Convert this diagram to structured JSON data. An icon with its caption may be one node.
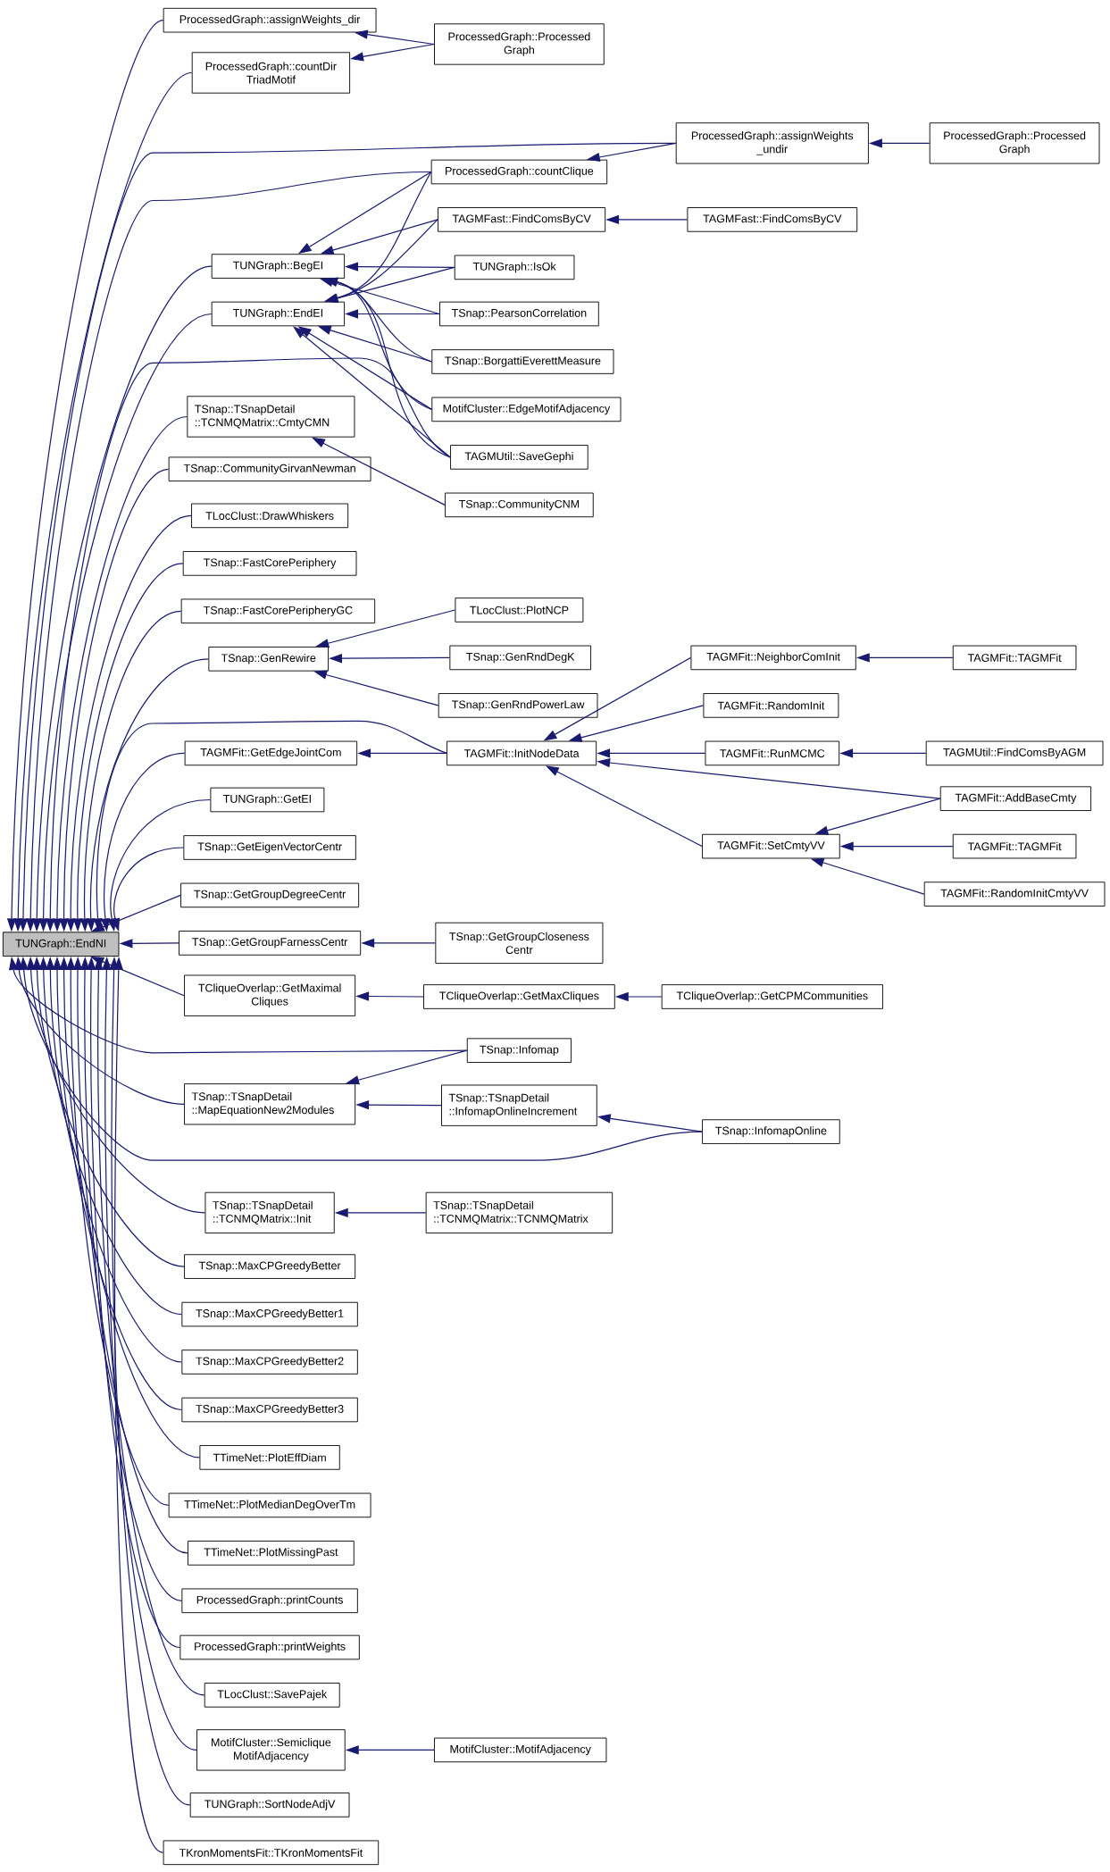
{
  "diagram": {
    "nodes": [
      {
        "text": [
          "TUNGraph::EndNI"
        ]
      },
      {
        "text": [
          "ProcessedGraph::assignWeights_dir"
        ]
      },
      {
        "text": [
          "ProcessedGraph::countDir TriadMotif"
        ]
      },
      {
        "text": [
          "TUNGraph::BegEI"
        ]
      },
      {
        "text": [
          "TUNGraph::EndEI"
        ]
      },
      {
        "text": [
          "TSnap::TSnapDetail ::TCNMQMatrix::CmtyCMN"
        ]
      },
      {
        "text": [
          "TSnap::CommunityGirvanNewman"
        ]
      },
      {
        "text": [
          "TLocClust::DrawWhiskers"
        ]
      },
      {
        "text": [
          "TSnap::FastCorePeriphery"
        ]
      },
      {
        "text": [
          "TSnap::FastCorePeripheryGC"
        ]
      },
      {
        "text": [
          "TSnap::GenRewire"
        ]
      },
      {
        "text": [
          "TAGMFit::GetEdgeJointCom"
        ]
      },
      {
        "text": [
          "TUNGraph::GetEI"
        ]
      },
      {
        "text": [
          "TSnap::GetEigenVectorCentr"
        ]
      },
      {
        "text": [
          "TSnap::GetGroupDegreeCentr"
        ]
      },
      {
        "text": [
          "TSnap::GetGroupFarnessCentr"
        ]
      },
      {
        "text": [
          "TCliqueOverlap::GetMaximal Cliques"
        ]
      },
      {
        "text": [
          "TSnap::TSnapDetail ::MapEquationNew2Modules"
        ]
      },
      {
        "text": [
          "TSnap::TSnapDetail ::TCNMQMatrix::Init"
        ]
      },
      {
        "text": [
          "TSnap::MaxCPGreedyBetter"
        ]
      },
      {
        "text": [
          "TSnap::MaxCPGreedyBetter1"
        ]
      },
      {
        "text": [
          "TSnap::MaxCPGreedyBetter2"
        ]
      },
      {
        "text": [
          "TSnap::MaxCPGreedyBetter3"
        ]
      },
      {
        "text": [
          "TTimeNet::PlotEffDiam"
        ]
      },
      {
        "text": [
          "TTimeNet::PlotMedianDegOverTm"
        ]
      },
      {
        "text": [
          "TTimeNet::PlotMissingPast"
        ]
      },
      {
        "text": [
          "ProcessedGraph::printCounts"
        ]
      },
      {
        "text": [
          "ProcessedGraph::printWeights"
        ]
      },
      {
        "text": [
          "TLocClust::SavePajek"
        ]
      },
      {
        "text": [
          "MotifCluster::Semiclique MotifAdjacency"
        ]
      },
      {
        "text": [
          "TUNGraph::SortNodeAdjV"
        ]
      },
      {
        "text": [
          "TKronMomentsFit::TKronMomentsFit"
        ]
      },
      {
        "text": [
          "ProcessedGraph::Processed Graph"
        ]
      },
      {
        "text": [
          "ProcessedGraph::countClique"
        ]
      },
      {
        "text": [
          "TAGMFast::FindComsByCV"
        ]
      },
      {
        "text": [
          "TUNGraph::IsOk"
        ]
      },
      {
        "text": [
          "TSnap::PearsonCorrelation"
        ]
      },
      {
        "text": [
          "TSnap::BorgattiEverettMeasure"
        ]
      },
      {
        "text": [
          "MotifCluster::EdgeMotifAdjacency"
        ]
      },
      {
        "text": [
          "TAGMUtil::SaveGephi"
        ]
      },
      {
        "text": [
          "TSnap::CommunityCNM"
        ]
      },
      {
        "text": [
          "TLocClust::PlotNCP"
        ]
      },
      {
        "text": [
          "TSnap::GenRndDegK"
        ]
      },
      {
        "text": [
          "TSnap::GenRndPowerLaw"
        ]
      },
      {
        "text": [
          "TAGMFit::InitNodeData"
        ]
      },
      {
        "text": [
          "TSnap::GetGroupCloseness Centr"
        ]
      },
      {
        "text": [
          "TCliqueOverlap::GetMaxCliques"
        ]
      },
      {
        "text": [
          "TSnap::Infomap"
        ]
      },
      {
        "text": [
          "TSnap::TSnapDetail ::InfomapOnlineIncrement"
        ]
      },
      {
        "text": [
          "TSnap::TSnapDetail ::TCNMQMatrix::TCNMQMatrix"
        ]
      },
      {
        "text": [
          "MotifCluster::MotifAdjacency"
        ]
      },
      {
        "text": [
          "ProcessedGraph::assignWeights _undir"
        ]
      },
      {
        "text": [
          "TAGMFast::FindComsByCV"
        ]
      },
      {
        "text": [
          "TAGMFit::NeighborComInit"
        ]
      },
      {
        "text": [
          "TAGMFit::RandomInit"
        ]
      },
      {
        "text": [
          "TAGMFit::RunMCMC"
        ]
      },
      {
        "text": [
          "TAGMFit::SetCmtyVV"
        ]
      },
      {
        "text": [
          "TCliqueOverlap::GetCPMCommunities"
        ]
      },
      {
        "text": [
          "TSnap::InfomapOnline"
        ]
      },
      {
        "text": [
          "ProcessedGraph::Processed Graph"
        ]
      },
      {
        "text": [
          "TAGMFit::TAGMFit"
        ]
      },
      {
        "text": [
          "TAGMUtil::FindComsByAGM"
        ]
      },
      {
        "text": [
          "TAGMFit::AddBaseCmty"
        ]
      },
      {
        "text": [
          "TAGMFit::TAGMFit"
        ]
      },
      {
        "text": [
          "TAGMFit::RandomInitCmtyVV"
        ]
      }
    ],
    "edges": [
      {
        "from": 1,
        "to": 0,
        "arrow": "to"
      },
      {
        "from": 2,
        "to": 0,
        "arrow": "to"
      },
      {
        "from": 51,
        "to": 0,
        "arrow": "to"
      },
      {
        "from": 33,
        "to": 0,
        "arrow": "to"
      },
      {
        "from": 3,
        "to": 0,
        "arrow": "to"
      },
      {
        "from": 4,
        "to": 0,
        "arrow": "to"
      },
      {
        "from": 39,
        "to": 0,
        "arrow": "to"
      },
      {
        "from": 5,
        "to": 0,
        "arrow": "to"
      },
      {
        "from": 6,
        "to": 0,
        "arrow": "to"
      },
      {
        "from": 7,
        "to": 0,
        "arrow": "to"
      },
      {
        "from": 8,
        "to": 0,
        "arrow": "to"
      },
      {
        "from": 9,
        "to": 0,
        "arrow": "to"
      },
      {
        "from": 10,
        "to": 0,
        "arrow": "to"
      },
      {
        "from": 44,
        "to": 0,
        "arrow": "to"
      },
      {
        "from": 11,
        "to": 0,
        "arrow": "to"
      },
      {
        "from": 12,
        "to": 0,
        "arrow": "to"
      },
      {
        "from": 13,
        "to": 0,
        "arrow": "to"
      },
      {
        "from": 14,
        "to": 0,
        "arrow": "to"
      },
      {
        "from": 15,
        "to": 0,
        "arrow": "to"
      },
      {
        "from": 16,
        "to": 0,
        "arrow": "to"
      },
      {
        "from": 47,
        "to": 0,
        "arrow": "to"
      },
      {
        "from": 17,
        "to": 0,
        "arrow": "to"
      },
      {
        "from": 58,
        "to": 0,
        "arrow": "to"
      },
      {
        "from": 18,
        "to": 0,
        "arrow": "to"
      },
      {
        "from": 19,
        "to": 0,
        "arrow": "to"
      },
      {
        "from": 20,
        "to": 0,
        "arrow": "to"
      },
      {
        "from": 21,
        "to": 0,
        "arrow": "to"
      },
      {
        "from": 22,
        "to": 0,
        "arrow": "to"
      },
      {
        "from": 23,
        "to": 0,
        "arrow": "to"
      },
      {
        "from": 24,
        "to": 0,
        "arrow": "to"
      },
      {
        "from": 25,
        "to": 0,
        "arrow": "to"
      },
      {
        "from": 26,
        "to": 0,
        "arrow": "to"
      },
      {
        "from": 27,
        "to": 0,
        "arrow": "to"
      },
      {
        "from": 28,
        "to": 0,
        "arrow": "to"
      },
      {
        "from": 29,
        "to": 0,
        "arrow": "to"
      },
      {
        "from": 30,
        "to": 0,
        "arrow": "to"
      },
      {
        "from": 31,
        "to": 0,
        "arrow": "to"
      },
      {
        "from": 32,
        "to": 1,
        "arrow": "to"
      },
      {
        "from": 32,
        "to": 2,
        "arrow": "to"
      },
      {
        "from": 59,
        "to": 51,
        "arrow": "to"
      },
      {
        "from": 51,
        "to": 33,
        "arrow": "to"
      },
      {
        "from": 33,
        "to": 3,
        "arrow": "to"
      },
      {
        "from": 33,
        "to": 4,
        "arrow": "to"
      },
      {
        "from": 34,
        "to": 3,
        "arrow": "to"
      },
      {
        "from": 34,
        "to": 4,
        "arrow": "to"
      },
      {
        "from": 52,
        "to": 34,
        "arrow": "to"
      },
      {
        "from": 35,
        "to": 3,
        "arrow": "to"
      },
      {
        "from": 35,
        "to": 4,
        "arrow": "to"
      },
      {
        "from": 36,
        "to": 3,
        "arrow": "to"
      },
      {
        "from": 36,
        "to": 4,
        "arrow": "to"
      },
      {
        "from": 37,
        "to": 3,
        "arrow": "to"
      },
      {
        "from": 37,
        "to": 4,
        "arrow": "to"
      },
      {
        "from": 38,
        "to": 3,
        "arrow": "to"
      },
      {
        "from": 38,
        "to": 4,
        "arrow": "to"
      },
      {
        "from": 39,
        "to": 3,
        "arrow": "to"
      },
      {
        "from": 39,
        "to": 4,
        "arrow": "to"
      },
      {
        "from": 40,
        "to": 5,
        "arrow": "to"
      },
      {
        "from": 41,
        "to": 10,
        "arrow": "to"
      },
      {
        "from": 42,
        "to": 10,
        "arrow": "to"
      },
      {
        "from": 43,
        "to": 10,
        "arrow": "to"
      },
      {
        "from": 44,
        "to": 11,
        "arrow": "to"
      },
      {
        "from": 53,
        "to": 44,
        "arrow": "to"
      },
      {
        "from": 54,
        "to": 44,
        "arrow": "to"
      },
      {
        "from": 55,
        "to": 44,
        "arrow": "to"
      },
      {
        "from": 62,
        "to": 44,
        "arrow": "to"
      },
      {
        "from": 56,
        "to": 44,
        "arrow": "to"
      },
      {
        "from": 60,
        "to": 53,
        "arrow": "to"
      },
      {
        "from": 61,
        "to": 55,
        "arrow": "to"
      },
      {
        "from": 62,
        "to": 56,
        "arrow": "to"
      },
      {
        "from": 63,
        "to": 56,
        "arrow": "to"
      },
      {
        "from": 64,
        "to": 56,
        "arrow": "to"
      },
      {
        "from": 45,
        "to": 15,
        "arrow": "to"
      },
      {
        "from": 46,
        "to": 16,
        "arrow": "to"
      },
      {
        "from": 57,
        "to": 46,
        "arrow": "to"
      },
      {
        "from": 47,
        "to": 17,
        "arrow": "to"
      },
      {
        "from": 48,
        "to": 17,
        "arrow": "to"
      },
      {
        "from": 58,
        "to": 48,
        "arrow": "to"
      },
      {
        "from": 49,
        "to": 18,
        "arrow": "to"
      },
      {
        "from": 50,
        "to": 29,
        "arrow": "to"
      }
    ]
  }
}
